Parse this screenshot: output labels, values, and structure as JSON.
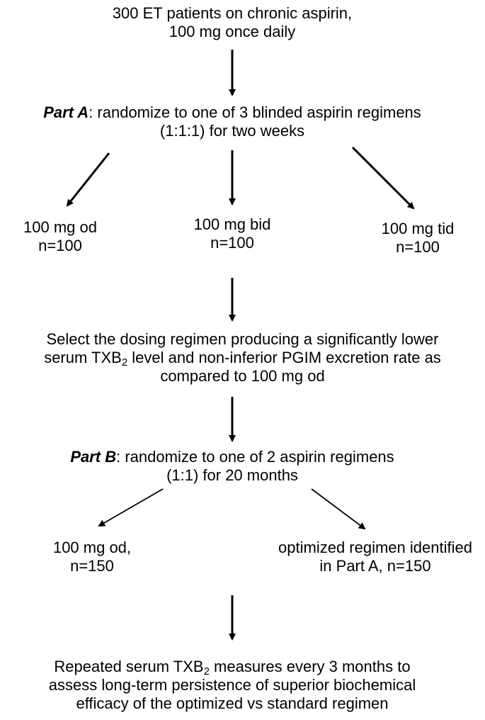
{
  "nodes": {
    "start": {
      "line1": "300 ET patients on chronic aspirin,",
      "line2": "100 mg once daily"
    },
    "part_a": {
      "label": "Part A",
      "line1_rest": ": randomize to one of 3 blinded aspirin regimens",
      "line2": "(1:1:1) for two weeks"
    },
    "arm_od": {
      "dose": "100 mg od",
      "n": "n=100"
    },
    "arm_bid": {
      "dose": "100 mg bid",
      "n": "n=100"
    },
    "arm_tid": {
      "dose": "100 mg tid",
      "n": "n=100"
    },
    "select": {
      "line1": "Select the dosing regimen producing a significantly lower",
      "line2_pre": "serum TXB",
      "line2_sub": "2",
      "line2_post": " level and non-inferior PGIM excretion rate as",
      "line3": "compared to 100 mg od"
    },
    "part_b": {
      "label": "Part B",
      "line1_rest": ": randomize to one of 2 aspirin regimens",
      "line2": "(1:1) for 20 months"
    },
    "arm_b_od": {
      "dose": "100 mg od,",
      "n": "n=150"
    },
    "arm_b_opt": {
      "line1": "optimized regimen identified",
      "line2": "in Part A, n=150"
    },
    "final": {
      "line1_pre": "Repeated serum TXB",
      "line1_sub": "2",
      "line1_post": " measures every 3 months to",
      "line2": "assess long-term persistence of superior biochemical",
      "line3": "efficacy of the optimized vs standard regimen"
    }
  }
}
